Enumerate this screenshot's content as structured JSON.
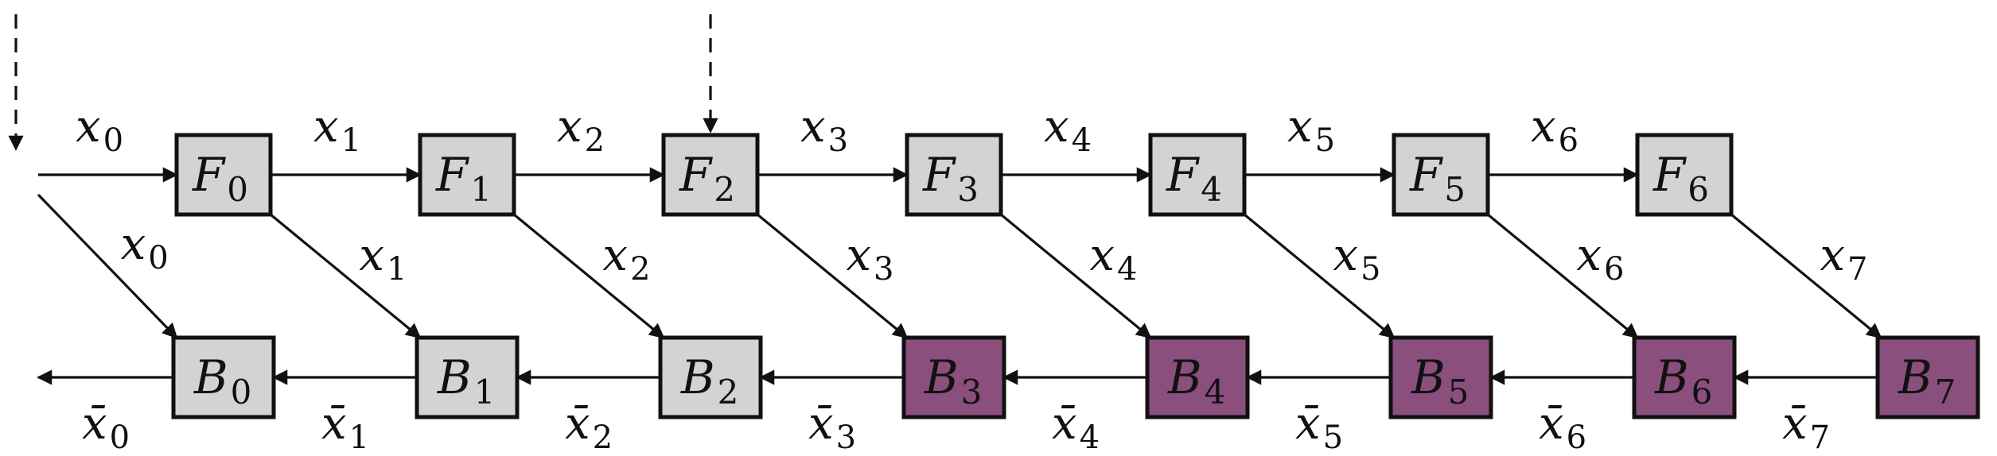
{
  "forward_nodes": [
    {
      "name": "F",
      "sub": "0"
    },
    {
      "name": "F",
      "sub": "1"
    },
    {
      "name": "F",
      "sub": "2"
    },
    {
      "name": "F",
      "sub": "3"
    },
    {
      "name": "F",
      "sub": "4"
    },
    {
      "name": "F",
      "sub": "5"
    },
    {
      "name": "F",
      "sub": "6"
    }
  ],
  "backward_nodes": [
    {
      "name": "B",
      "sub": "0",
      "highlight": false
    },
    {
      "name": "B",
      "sub": "1",
      "highlight": false
    },
    {
      "name": "B",
      "sub": "2",
      "highlight": false
    },
    {
      "name": "B",
      "sub": "3",
      "highlight": true
    },
    {
      "name": "B",
      "sub": "4",
      "highlight": true
    },
    {
      "name": "B",
      "sub": "5",
      "highlight": true
    },
    {
      "name": "B",
      "sub": "6",
      "highlight": true
    },
    {
      "name": "B",
      "sub": "7",
      "highlight": true
    }
  ],
  "forward_edge_labels": [
    {
      "name": "x",
      "sub": "0"
    },
    {
      "name": "x",
      "sub": "1"
    },
    {
      "name": "x",
      "sub": "2"
    },
    {
      "name": "x",
      "sub": "3"
    },
    {
      "name": "x",
      "sub": "4"
    },
    {
      "name": "x",
      "sub": "5"
    },
    {
      "name": "x",
      "sub": "6"
    }
  ],
  "diagonal_edge_labels": [
    {
      "name": "x",
      "sub": "0"
    },
    {
      "name": "x",
      "sub": "1"
    },
    {
      "name": "x",
      "sub": "2"
    },
    {
      "name": "x",
      "sub": "3"
    },
    {
      "name": "x",
      "sub": "4"
    },
    {
      "name": "x",
      "sub": "5"
    },
    {
      "name": "x",
      "sub": "6"
    },
    {
      "name": "x",
      "sub": "7"
    }
  ],
  "backward_edge_labels": [
    {
      "name": "x̄",
      "sub": "0"
    },
    {
      "name": "x̄",
      "sub": "1"
    },
    {
      "name": "x̄",
      "sub": "2"
    },
    {
      "name": "x̄",
      "sub": "3"
    },
    {
      "name": "x̄",
      "sub": "4"
    },
    {
      "name": "x̄",
      "sub": "5"
    },
    {
      "name": "x̄",
      "sub": "6"
    },
    {
      "name": "x̄",
      "sub": "7"
    }
  ],
  "colors": {
    "node_fill": "#d3d3d3",
    "highlight_fill": "#8a4f7d",
    "stroke": "#111111"
  }
}
